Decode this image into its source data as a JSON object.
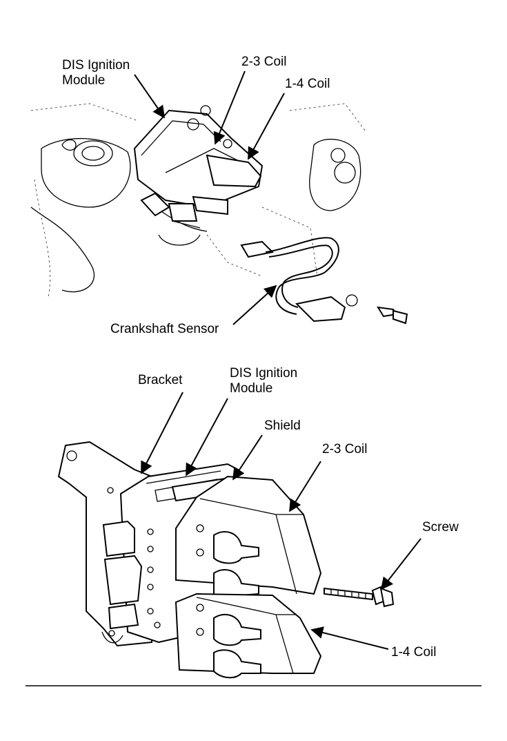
{
  "top_view": {
    "labels": {
      "dis_module_line1": "DIS Ignition",
      "dis_module_line2": "Module",
      "coil_23": "2-3 Coil",
      "coil_14": "1-4 Coil",
      "crank_sensor": "Crankshaft Sensor"
    }
  },
  "bottom_view": {
    "labels": {
      "bracket": "Bracket",
      "dis_module_line1": "DIS Ignition",
      "dis_module_line2": "Module",
      "shield": "Shield",
      "coil_23": "2-3 Coil",
      "screw": "Screw",
      "coil_14": "1-4 Coil"
    }
  },
  "arrow_color": "#000000"
}
